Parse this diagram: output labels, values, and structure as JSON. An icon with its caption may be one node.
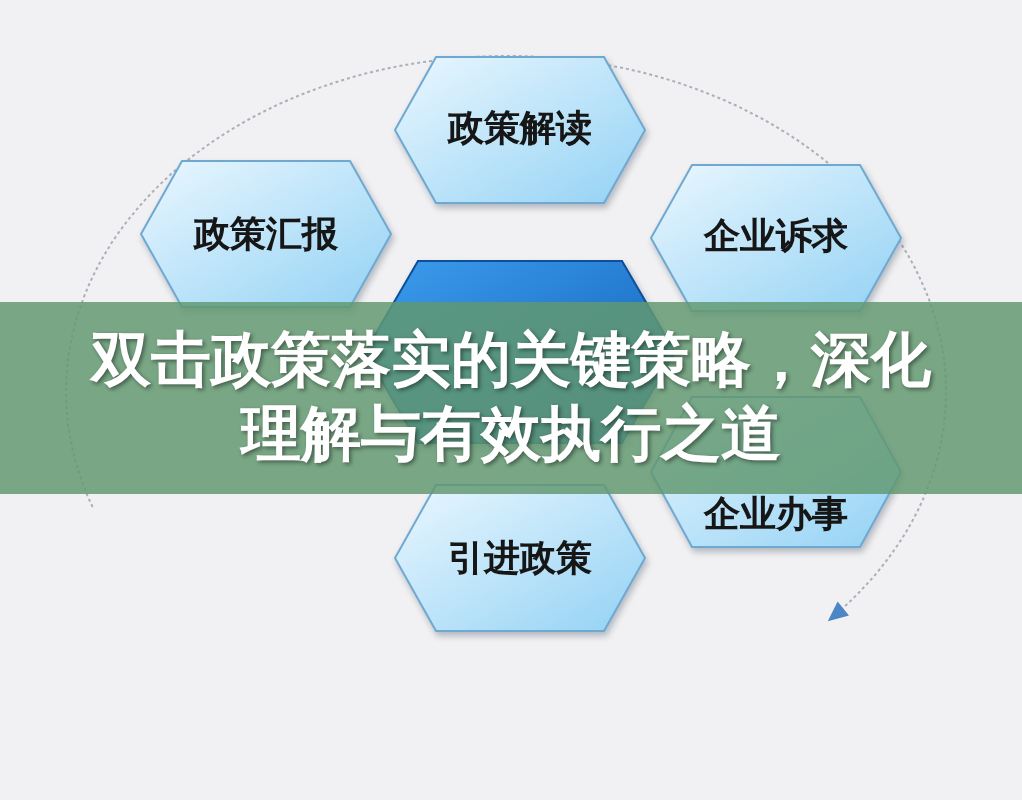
{
  "diagram": {
    "title": "双击政策落实的关键策略，深化理解与有效执行之道",
    "nodes": [
      {
        "text": [
          "政策解读"
        ]
      },
      {
        "text": [
          "政策汇报"
        ]
      },
      {
        "text": [
          "企业诉求"
        ]
      },
      {
        "text": [],
        "shape": "hexagon"
      },
      {
        "text": [
          "企业办事"
        ]
      },
      {
        "text": [
          "引进政策"
        ]
      }
    ]
  }
}
